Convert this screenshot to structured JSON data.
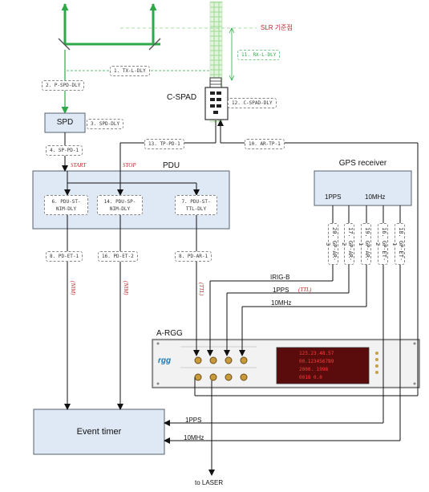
{
  "labels": {
    "slr_ref": "SLR 기준점",
    "c_spad": "C-SPAD",
    "pdu": "PDU",
    "spd": "SPD",
    "gps_receiver": "GPS receiver",
    "gps_1pps": "1PPS",
    "gps_10mhz": "10MHz",
    "a_rgg": "A-RGG",
    "event_timer": "Event timer",
    "to_laser": "to LASER",
    "start": "START",
    "stop": "STOP",
    "irig_b": "IRIG-B",
    "pps_mid": "1PPS",
    "ttl_mid": "(TTL)",
    "mhz_mid": "10MHz",
    "pps_bottom": "1PPS",
    "mhz_bottom": "10MHz",
    "nim_1": "(NIM)",
    "nim_2": "(NIM)",
    "ttl_v": "(TTL)",
    "rgg_logo": "rgg"
  },
  "tags": {
    "tx_l_dly": "1. TX-L-DLY",
    "p_spd_dly": "2. P-SPD-DLY",
    "spd_dly": "3. SPD-DLY",
    "sp_pd": "4. SP-PD-1",
    "rx_l_dly": "11. RX-L-DLY",
    "c_spad_dly": "12. C-SPAD-DLY",
    "tp_pd": "13. TP-PD-1",
    "ar_tp": "10. AR-TP-1",
    "pd_et_1": "8. PD-ET-1",
    "pd_et_2": "16. PD-ET-2",
    "pd_ar_1": "8. PD-AR-1"
  },
  "pdu_subs": {
    "sub1": [
      "6. PDU-ST-",
      "NIM-DLY"
    ],
    "sub2": [
      "14. PDU-SP-",
      "NIM-DLY"
    ],
    "sub3": [
      "7. PDU-ST-",
      "TTL-DLY"
    ]
  },
  "gps_tags": [
    "20. GP-AR-3",
    "17. GP-AR-2",
    "19. GP-AR-1",
    "16. GP-ET-2",
    "18. GP-ET-1"
  ],
  "rgg_display": {
    "line1": "123.23.48.57",
    "line2": "00.1234567B9",
    "line3": "2000.  1998",
    "line4": "0018  0.0"
  },
  "colors": {
    "green": "#2fa84a",
    "box_fill": "#dfe8f5",
    "red": "#c0282d",
    "display": "#ff3b3b"
  }
}
